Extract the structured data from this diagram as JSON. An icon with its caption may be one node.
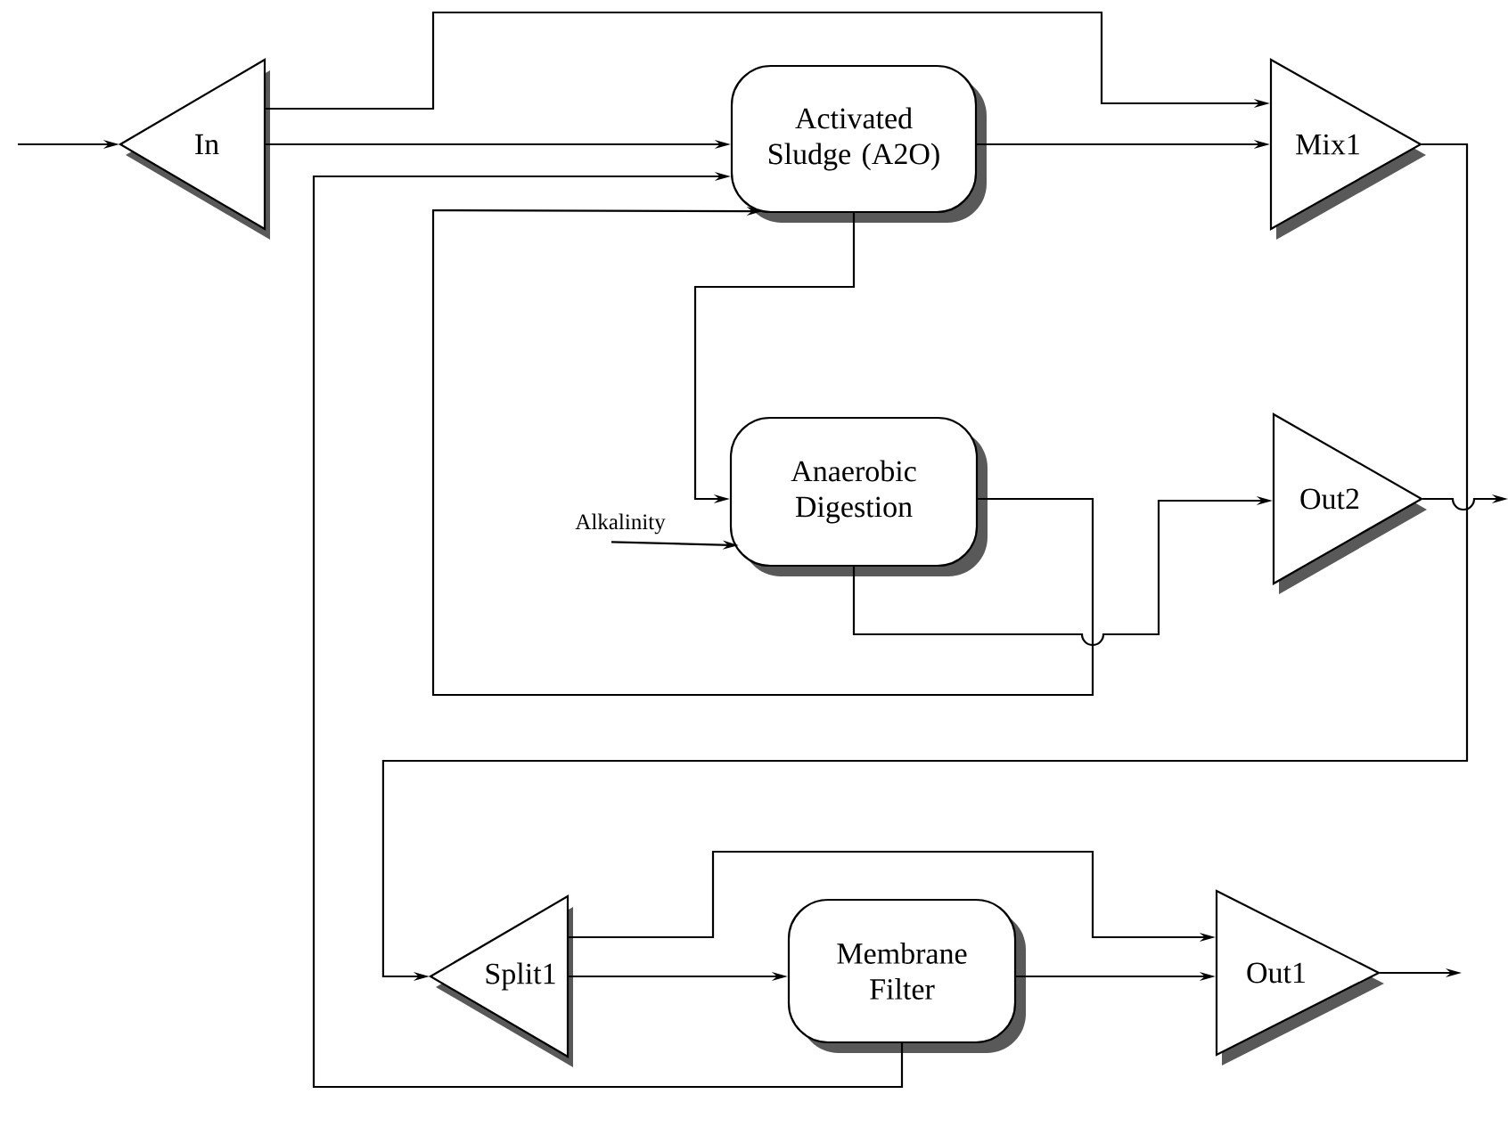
{
  "diagram": {
    "nodes": [
      {
        "text": [
          "In"
        ]
      },
      {
        "text": [
          "Activated Sludge (A2O)"
        ]
      },
      {
        "text": [
          "Mix1"
        ]
      },
      {
        "text": [
          "Anaerobic Digestion"
        ]
      },
      {
        "text": [
          "Out2"
        ]
      },
      {
        "text": [
          "Split1"
        ]
      },
      {
        "text": [
          "Membrane Filter"
        ]
      },
      {
        "text": [
          "Out1"
        ]
      },
      {
        "text": [
          "Alkalinity"
        ]
      }
    ],
    "edges": [
      {
        "from": null,
        "to": 0,
        "arrow": "to"
      },
      {
        "from": 0,
        "to": 2,
        "arrow": "to"
      },
      {
        "from": 0,
        "to": 1,
        "arrow": "to"
      },
      {
        "from": 1,
        "to": 2,
        "arrow": "to"
      },
      {
        "from": 6,
        "to": 1,
        "arrow": "to"
      },
      {
        "from": 3,
        "to": 1,
        "arrow": "to"
      },
      {
        "from": 1,
        "to": 3,
        "arrow": "to"
      },
      {
        "from": 8,
        "to": 3,
        "arrow": "to"
      },
      {
        "from": 3,
        "to": 4,
        "arrow": "to"
      },
      {
        "from": 4,
        "to": null,
        "arrow": "to"
      },
      {
        "from": 2,
        "to": 5,
        "arrow": "to"
      },
      {
        "from": 5,
        "to": 7,
        "arrow": "to"
      },
      {
        "from": 5,
        "to": 6,
        "arrow": "to"
      },
      {
        "from": 6,
        "to": 7,
        "arrow": "to"
      },
      {
        "from": 7,
        "to": null,
        "arrow": "to"
      }
    ]
  }
}
